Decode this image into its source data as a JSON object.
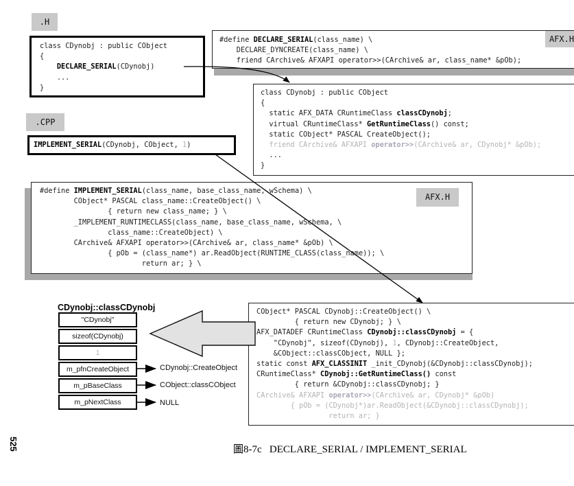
{
  "tags": {
    "h": ".H",
    "cpp": ".CPP",
    "afx1": "AFX.H",
    "afx2": "AFX.H"
  },
  "h_box": {
    "lines": [
      "class CDynobj : public CObject",
      "{",
      "DECLARE_SERIAL",
      "(CDynobj)",
      "...",
      "}"
    ]
  },
  "decl_box": {
    "l1_pre": "#define ",
    "l1_kw": "DECLARE_SERIAL",
    "l1_post": "(class_name) \\",
    "l2": "    DECLARE_DYNCREATE(class_name) \\",
    "l3": "    friend CArchive& AFXAPI operator>>(CArchive& ar, class_name* &pOb);"
  },
  "class_box": {
    "l1": "class CDynobj : public CObject",
    "l2": "{",
    "l3_pre": "  static AFX_DATA CRuntimeClass ",
    "l3_kw": "classCDynobj",
    "l3_post": ";",
    "l4_pre": "  virtual CRuntimeClass* ",
    "l4_kw": "GetRuntimeClass",
    "l4_post": "() const;",
    "l5": "  static CObject* PASCAL CreateObject();",
    "l6_pre": "  friend CArchive& AFXAPI ",
    "l6_kw": "operator>>",
    "l6_post": "(CArchive& ar, CDynobj* &pOb);",
    "l7": "  ...",
    "l8": "}"
  },
  "impl_box": {
    "kw": "IMPLEMENT_SERIAL",
    "args_pre": "(CDynobj, CObject, ",
    "schema": "1",
    "args_post": ")"
  },
  "impl_def": {
    "l1_pre": "#define ",
    "l1_kw": "IMPLEMENT_SERIAL",
    "l1_post": "(class_name, base_class_name, wSchema) \\",
    "l2": "        CObject* PASCAL class_name::CreateObject() \\",
    "l3": "                { return new class_name; } \\",
    "l4": "        _IMPLEMENT_RUNTIMECLASS(class_name, base_class_name, wSchema, \\",
    "l5": "                class_name::CreateObject) \\",
    "l6": "        CArchive& AFXAPI operator>>(CArchive& ar, class_name* &pOb) \\",
    "l7": "                { pOb = (class_name*) ar.ReadObject(RUNTIME_CLASS(class_name)); \\",
    "l8": "                        return ar; } \\"
  },
  "expanded": {
    "l1": "CObject* PASCAL CDynobj::CreateObject() \\",
    "l2": "         { return new CDynobj; } \\",
    "l3_pre": "AFX_DATADEF CRuntimeClass ",
    "l3_kw": "CDynobj::classCDynobj",
    "l3_post": " = {",
    "l4_pre": "    \"CDynobj\", sizeof(CDynobj), ",
    "l4_faint": "1",
    "l4_post": ", CDynobj::CreateObject,",
    "l5": "    &CObject::classCObject, NULL };",
    "l6_pre": "static const ",
    "l6_kw": "AFX_CLASSINIT",
    "l6_post": " _init_CDynobj(&CDynobj::classCDynobj);",
    "l7_pre": "CRuntimeClass* ",
    "l7_kw": "CDynobj::GetRuntimeClass()",
    "l7_post": " const",
    "l8": "         { return &CDynobj::classCDynobj; }",
    "l9_pre": "CArchive& AFXAPI ",
    "l9_kw": "operator>>",
    "l9_post": "(CArchive& ar, CDynobj* &pOb)",
    "l10": "        { pOb = (CDynobj*)ar.ReadObject(&CDynobj::classCDynobj);",
    "l11": "                 return ar; }"
  },
  "struct": {
    "title": "CDynobj::classCDynobj",
    "cells": [
      "\"CDynobj\"",
      "sizeof(CDynobj)",
      "1",
      "m_pfnCreateObject",
      "m_pBaseClass",
      "m_pNextClass"
    ],
    "targets": [
      "CDynobj::CreateObject",
      "CObject::classCObject",
      "NULL"
    ]
  },
  "page_number": "525",
  "caption": "圖8-7c   DECLARE_SERIAL / IMPLEMENT_SERIAL"
}
